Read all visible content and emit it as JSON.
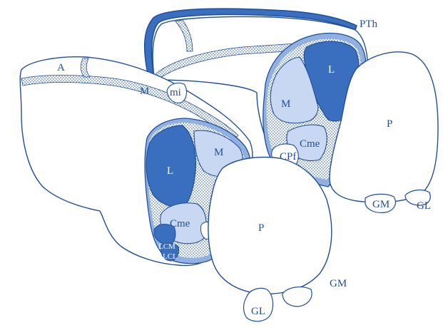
{
  "colors": {
    "outline": "#1f4f9a",
    "dark": "#3a6fc0",
    "medium": "#8fb0e0",
    "light": "#c8d8f2",
    "dots": "#1f4f9a",
    "background": "#ffffff"
  },
  "labels": {
    "front": {
      "A": "A",
      "M_top": "M",
      "mi": "mi",
      "L": "L",
      "M": "M",
      "Cme": "Cme",
      "LCM": "LCM",
      "LCL": "LCL",
      "P": "P",
      "GL": "GL",
      "GM": "GM"
    },
    "back": {
      "PTh": "PTh",
      "L": "L",
      "M": "M",
      "Cme": "Cme",
      "CPf": "CPf",
      "P": "P",
      "GM": "GM",
      "GL": "GL"
    }
  }
}
